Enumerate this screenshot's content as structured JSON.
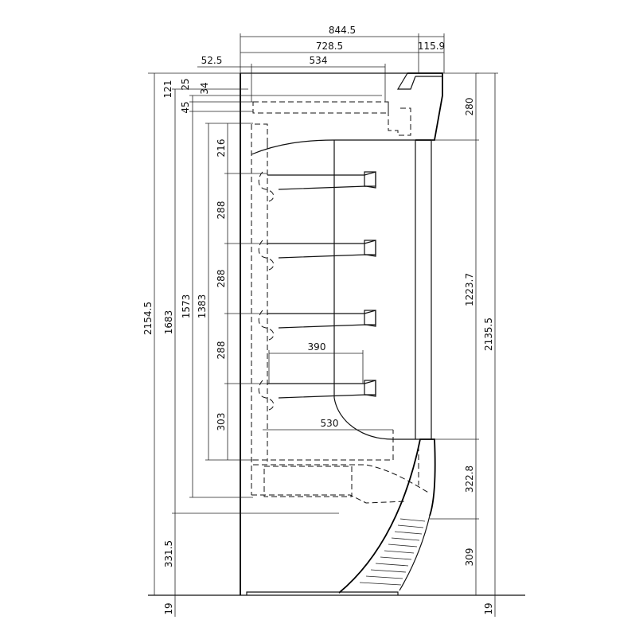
{
  "dimensions": {
    "overall_depth": "844.5",
    "cabinet_depth": "728.5",
    "canopy_overhang": "115.9",
    "top_offset": "52.5",
    "top_inner_depth": "534",
    "top_121": "121",
    "top_25": "25",
    "top_34": "34",
    "top_45": "45",
    "shelf_gap_216": "216",
    "shelf_gap_288_1": "288",
    "shelf_gap_288_2": "288",
    "shelf_gap_288_3": "288",
    "shelf_gap_303": "303",
    "shelf_width_390": "390",
    "base_shelf_530": "530",
    "height_2154_5": "2154.5",
    "height_1683": "1683",
    "height_1573": "1573",
    "height_1383": "1383",
    "base_331_5": "331.5",
    "foot_19_left": "19",
    "canopy_280": "280",
    "opening_1223_7": "1223.7",
    "total_2135_5": "2135.5",
    "lower_322_8": "322.8",
    "plinth_309": "309",
    "foot_19_right": "19"
  }
}
